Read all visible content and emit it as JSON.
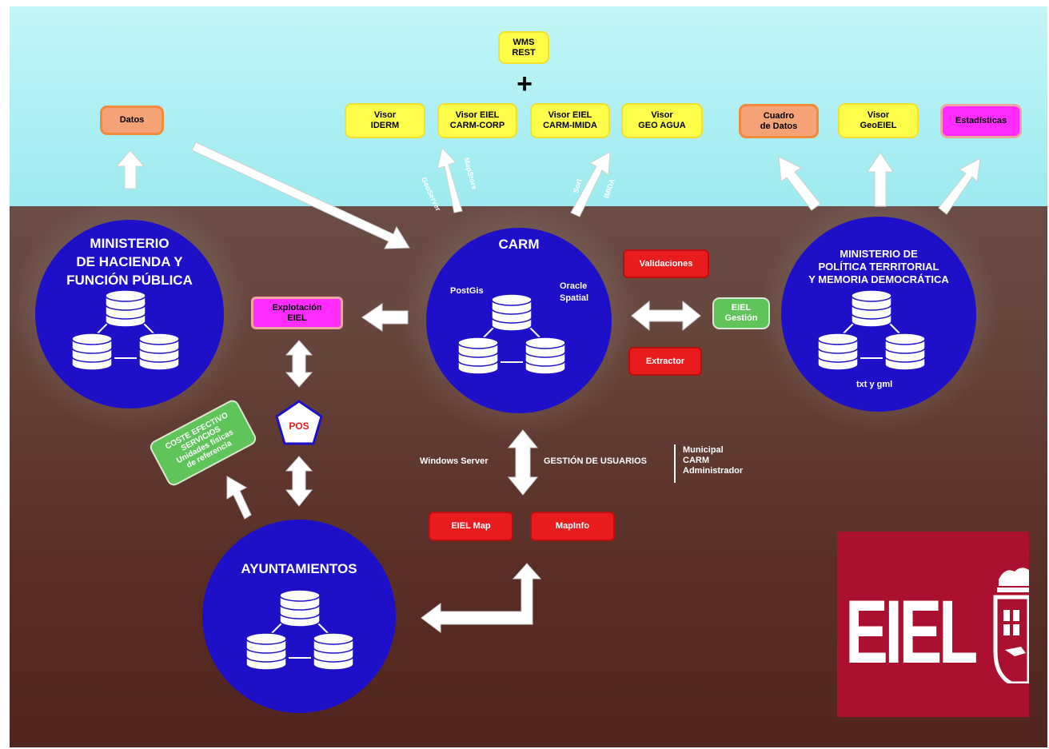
{
  "top": {
    "wms": "WMS\nREST",
    "plus": "+",
    "datos": "Datos",
    "visores": [
      {
        "id": "iderm",
        "label": "Visor\nIDERM"
      },
      {
        "id": "eiel-carm-corp",
        "label": "Visor EIEL\nCARM-CORP"
      },
      {
        "id": "eiel-carm-imida",
        "label": "Visor EIEL\nCARM-IMIDA"
      },
      {
        "id": "geo-agua",
        "label": "Visor\nGEO AGUA"
      }
    ],
    "cuadro_datos": "Cuadro\nde Datos",
    "visor_geoeiel": "Visor\nGeoEIEL",
    "estadisticas": "Estadísticas"
  },
  "arrow_labels": {
    "geoserver": "GeoServer",
    "mapstore": "MapStore",
    "sort": "Sort",
    "imida": "IMIDA"
  },
  "nodes": {
    "ministerio_hacienda": "MINISTERIO\nDE  HACIENDA Y\nFUNCIÓN PÚBLICA",
    "carm": {
      "title": "CARM",
      "postgis": "PostGis",
      "oracle": "Oracle\nSpatial"
    },
    "ministerio_politica": {
      "title": "MINISTERIO DE\nPOLÍTICA TERRITORIAL\nY MEMORIA DEMOCRÁTICA",
      "caption": "txt y gml"
    },
    "ayuntamientos": "AYUNTAMIENTOS"
  },
  "boxes": {
    "explotacion": "Explotación\nEIEL",
    "validaciones": "Validaciones",
    "extractor": "Extractor",
    "eiel_gestion": "EIEL\nGestión",
    "pos": "POS",
    "coste": "COSTE EFECTIVO\nSERVICIOS\nUnidades físicas\nde referencia",
    "eiel_map": "EIEL Map",
    "mapinfo": "MapInfo"
  },
  "labels": {
    "windows_server": "Windows Server",
    "gestion_usuarios": "GESTIÓN DE USUARIOS",
    "roles": "Municipal\nCARM\nAdministrador"
  },
  "logo": {
    "text": "EIEL"
  },
  "colors": {
    "node_blue": "#1e10c8",
    "yellow": "#fefe4a",
    "orange": "#f5a277",
    "magenta": "#ff2bff",
    "red": "#e81c1c",
    "green": "#5fc45a",
    "logo_red": "#ab1031"
  }
}
